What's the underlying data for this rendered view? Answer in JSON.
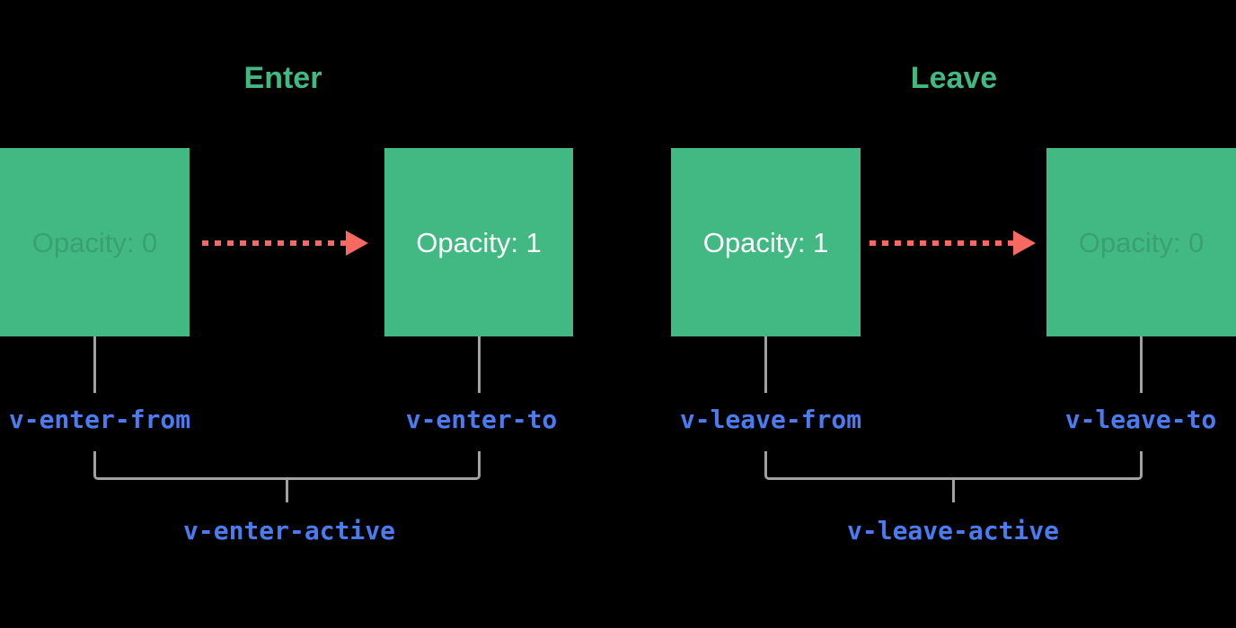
{
  "colors": {
    "background": "#000000",
    "green": "#42b883",
    "blue": "#4a7bf0",
    "gray": "#a1a1a1",
    "arrow_red": "#f86961",
    "white": "#ffffff"
  },
  "sections": [
    {
      "title": "Enter",
      "from_box": "Opacity: 0",
      "to_box": "Opacity: 1",
      "from_label": "v-enter-from",
      "to_label": "v-enter-to",
      "active_label": "v-enter-active"
    },
    {
      "title": "Leave",
      "from_box": "Opacity: 1",
      "to_box": "Opacity: 0",
      "from_label": "v-leave-from",
      "to_label": "v-leave-to",
      "active_label": "v-leave-active"
    }
  ]
}
